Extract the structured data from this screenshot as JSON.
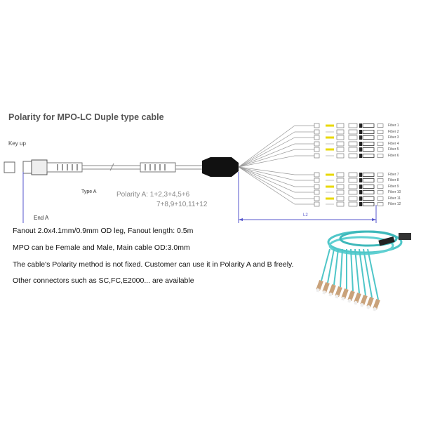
{
  "diagram": {
    "title": "Polarity for MPO-LC Duple type cable",
    "key_up": "Key up",
    "type_label": "Type A",
    "polarity_line1": "Polarity  A:  1+2,3+4,5+6",
    "polarity_line2": "7+8,9+10,11+12",
    "end_label": "End A",
    "length_label": "L2",
    "fibers": [
      "Fiber 1",
      "Fiber 2",
      "Fiber 3",
      "Fiber 4",
      "Fiber 5",
      "Fiber 6",
      "Fiber 7",
      "Fiber 8",
      "Fiber 9",
      "Fiber 10",
      "Fiber 11",
      "Fiber 12"
    ],
    "colors": {
      "dimension": "#5555cc",
      "boot": "#111111",
      "highlight": "#e8d800",
      "cable_photo": "#4fc6c8"
    }
  },
  "specs": [
    "Fanout 2.0x4.1mm/0.9mm OD leg, Fanout length: 0.5m",
    "MPO can be Female and Male, Main cable OD:3.0mm",
    "The cable's Polarity method is not fixed. Customer can use it in Polarity A and B freely.",
    "Other connectors such as SC,FC,E2000... are available"
  ]
}
